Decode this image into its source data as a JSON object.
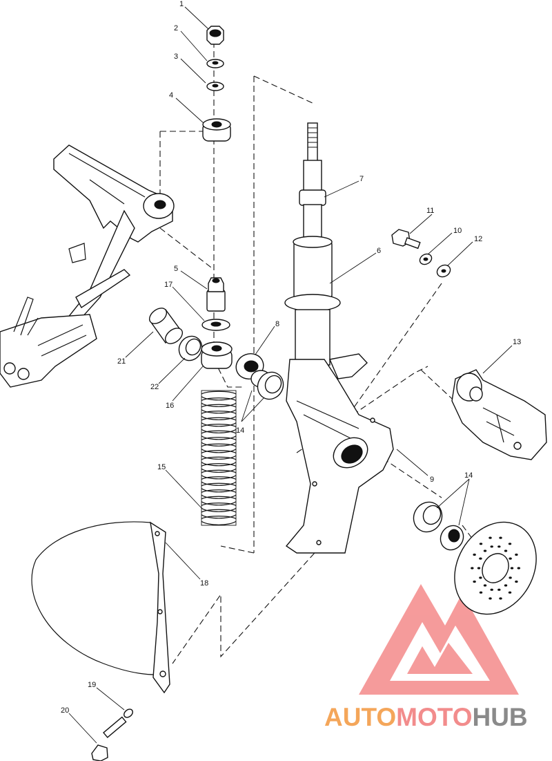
{
  "diagram": {
    "callouts": [
      "1",
      "2",
      "3",
      "4",
      "5",
      "6",
      "7",
      "8",
      "9",
      "10",
      "11",
      "12",
      "13",
      "14",
      "15",
      "16",
      "17",
      "18",
      "19",
      "20",
      "21",
      "22"
    ]
  },
  "watermark": {
    "part1": "AUTO",
    "part2": "MOTO",
    "part3": "HUB",
    "colors": {
      "part1": "#f4a65a",
      "part2": "#f28c8c",
      "part3": "#8a8a8a",
      "logo": "#f48a8a"
    }
  }
}
